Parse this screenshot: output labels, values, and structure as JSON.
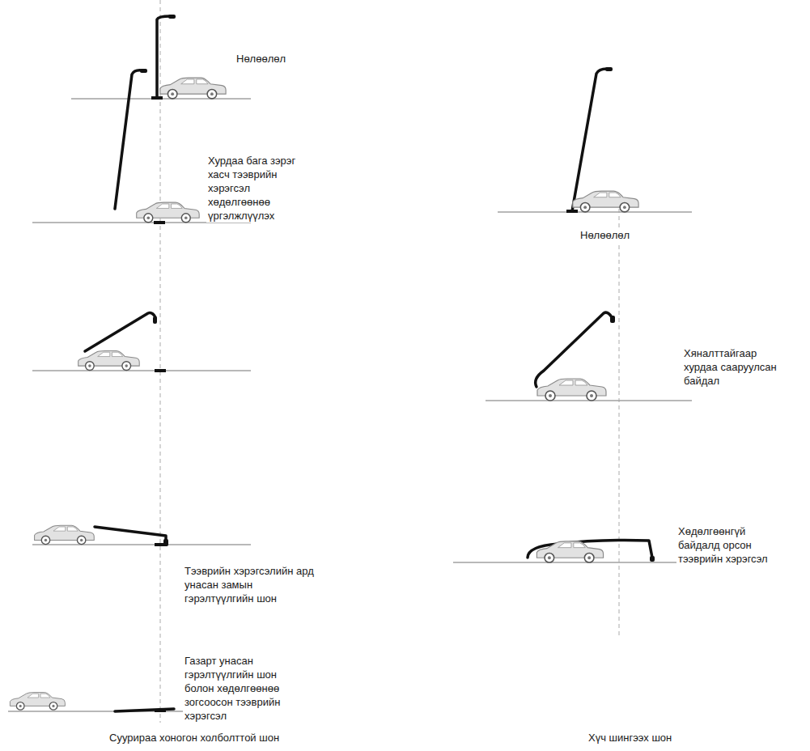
{
  "diagram": {
    "labels": [
      "Нөлөөлөл",
      "Хурдаа бага зэрэг хасч тээврийн хэрэгсэл хөдөлгөөнөө үргэлжлүүлэх",
      "Тээврийн хэрэгсэлийн ард унасан замын гэрэлтүүлгийн шон",
      "Газарт унасан гэрэлтүүлгийн шон болон хөдөлгөөнөө зогсоосон тээврийн хэрэгсэл",
      "Суурираа хоногон холболттой шон",
      "Нөлөөлөл",
      "Хяналттайгаар хурдаа сааруулсан байдал",
      "Хөдөлгөөнгүй байдалд орсон тээврийн хэрэгсэл",
      "Хүч шингээх шон"
    ]
  }
}
